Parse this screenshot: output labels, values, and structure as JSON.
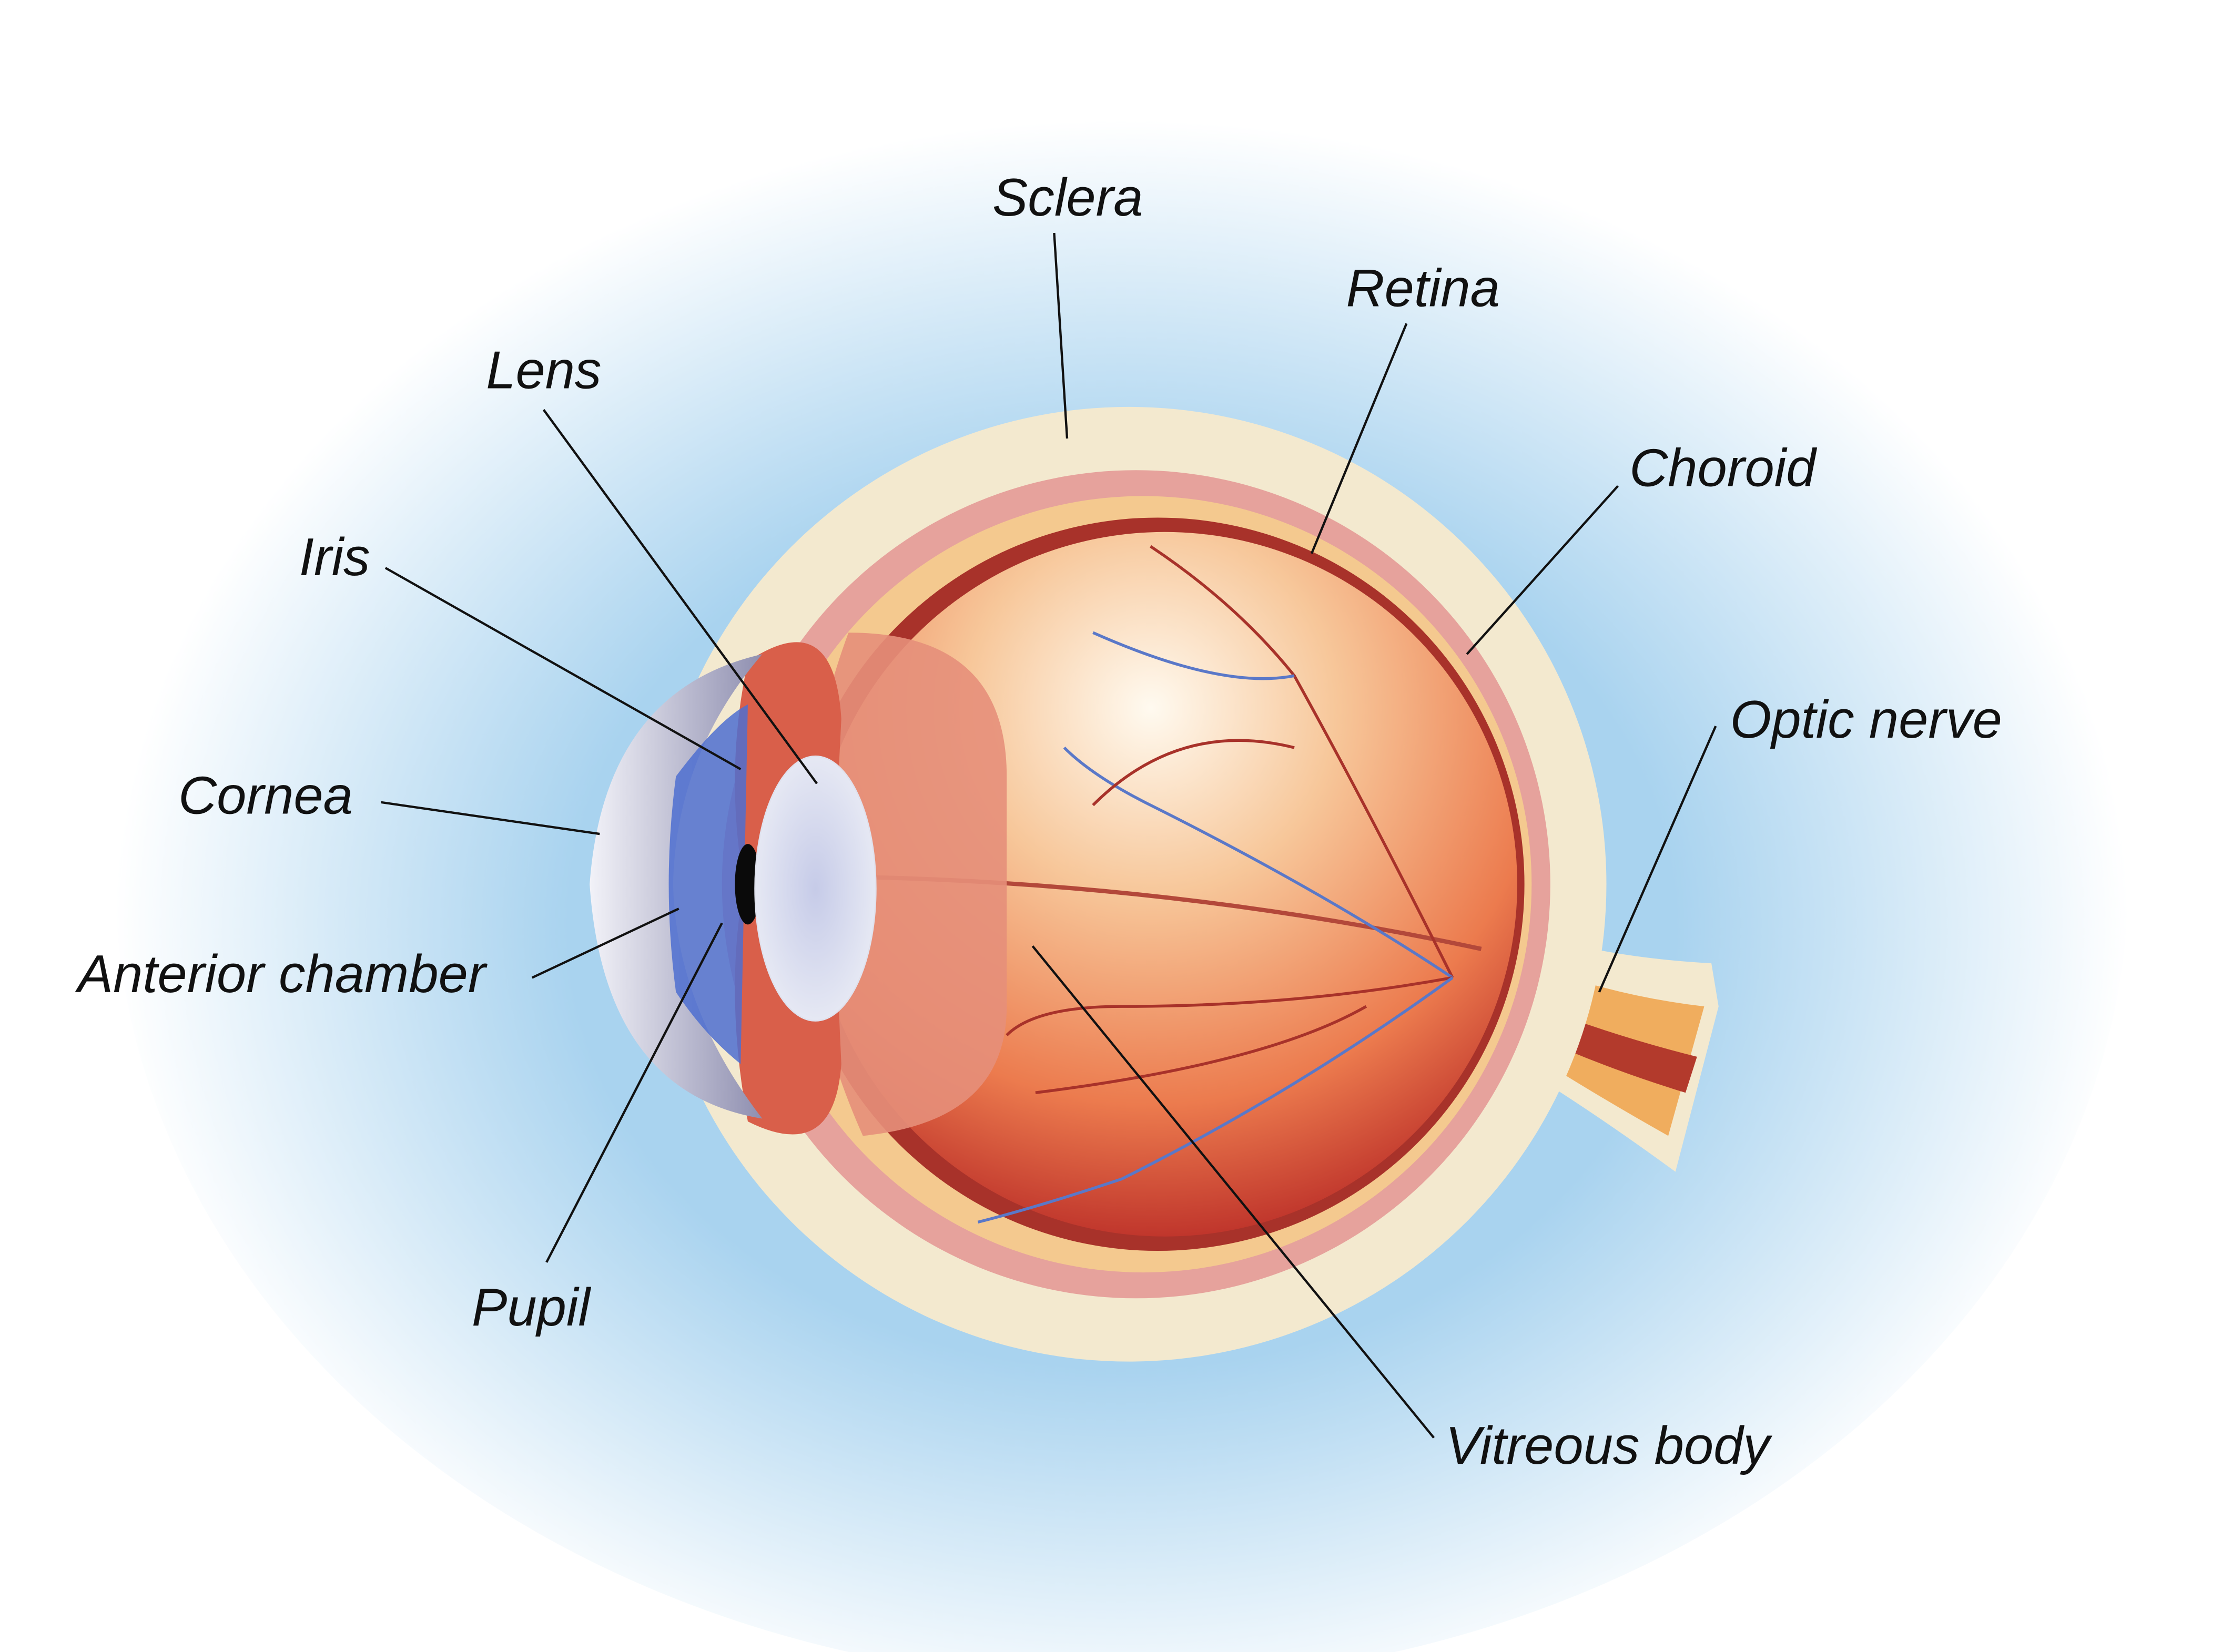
{
  "diagram": {
    "title": "Human eye anatomy",
    "labels": {
      "sclera": "Sclera",
      "retina": "Retina",
      "lens": "Lens",
      "choroid": "Choroid",
      "iris": "Iris",
      "optic_nerve": "Optic nerve",
      "cornea": "Cornea",
      "anterior_chamber": "Anterior chamber",
      "pupil": "Pupil",
      "vitreous_body": "Vitreous body"
    },
    "colors": {
      "background_glow": "#a9d3ef",
      "sclera": "#f3e9cf",
      "choroid": "#e6a29c",
      "retina": "#f4c98f",
      "vitreous": "#e8704a",
      "cornea": "#c9c8dc",
      "iris": "#4d6fd0",
      "vessel_red": "#a8322a",
      "vessel_blue": "#5a78c8"
    }
  }
}
